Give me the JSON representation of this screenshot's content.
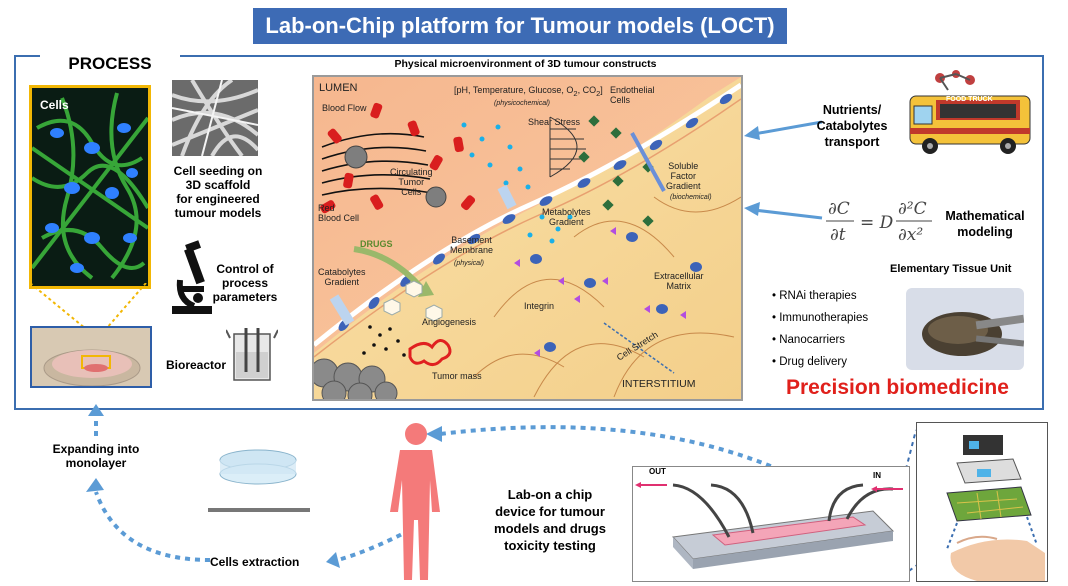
{
  "title": "Lab-on-Chip platform for Tumour models (LOCT)",
  "process": {
    "heading": "PROCESS",
    "cells_label": "Cells",
    "scaffold_label": "Cell seeding on\n3D scaffold\nfor engineered\ntumour models",
    "control_label": "Control of\nprocess\nparameters",
    "bioreactor_label": "Bioreactor"
  },
  "micro": {
    "heading": "Physical microenvironment of 3D tumour constructs",
    "lumen": "LUMEN",
    "interstitium": "INTERSTITIUM",
    "blood_flow": "Blood Flow",
    "params": "[pH, Temperature, Glucose, O",
    "params_sub1": "2",
    "params_mid": ", CO",
    "params_sub2": "2",
    "params_end": "]",
    "physicochemical": "(physicochemical)",
    "shear_stress": "Shear Stress",
    "endothelial": "Endothelial\nCells",
    "circulating": "Circulating\nTumor\nCells",
    "red_blood": "Red\nBlood Cell",
    "soluble": "Soluble\nFactor\nGradient",
    "biochemical": "(biochemical)",
    "metabolytes": "Metabolytes\nGradient",
    "drugs": "DRUGS",
    "basement": "Basement\nMembrane",
    "physical": "(physical)",
    "catabolytes_gradient": "Catabolytes\nGradient",
    "integrin": "Integrin",
    "extracellular": "Extracellular\nMatrix",
    "angiogenesis": "Angiogenesis",
    "cell_stretch": "Cell Stretch",
    "tumor_mass": "Tumor mass"
  },
  "right": {
    "nutrients": "Nutrients/\nCatabolytes\ntransport",
    "food_truck": "FOOD TRUCK",
    "math": "Mathematical\nmodeling",
    "etu": "Elementary Tissue Unit",
    "therapies": [
      "RNAi therapies",
      "Immunotherapies",
      "Nanocarriers",
      "Drug delivery"
    ],
    "precision": "Precision biomedicine"
  },
  "bottom": {
    "expanding": "Expanding into\nmonolayer",
    "extraction": "Cells extraction",
    "chip_label": "Lab-on a chip\ndevice for tumour\nmodels and drugs\ntoxicity testing",
    "out": "OUT",
    "in": "IN"
  },
  "colors": {
    "title_bg": "#3d6bb5",
    "frame": "#3b6eb0",
    "precision": "#e0201b",
    "arrow": "#5b9bd5",
    "human": "#f47a7a"
  }
}
